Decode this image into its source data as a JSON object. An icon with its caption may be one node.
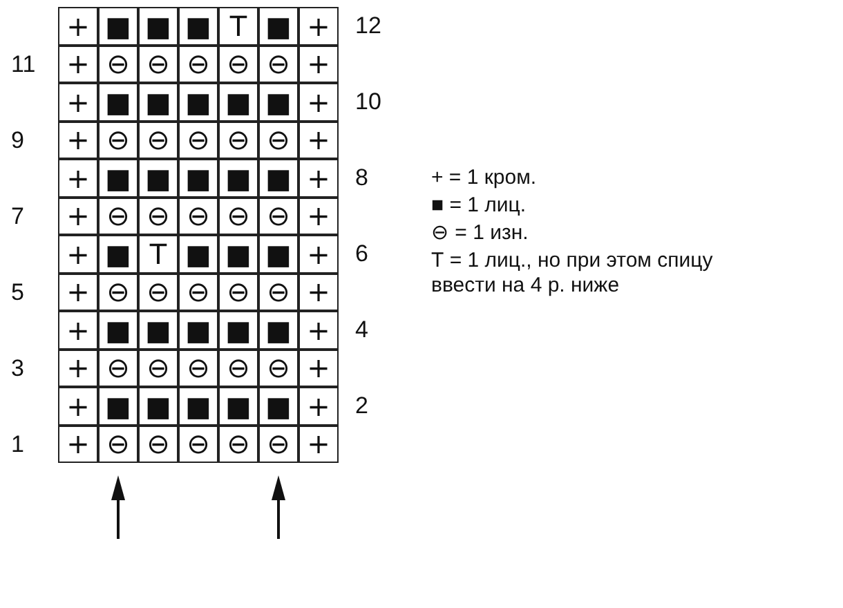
{
  "diagram": {
    "labels": [
      "+",
      "■",
      "■",
      "■",
      "T",
      "■",
      "+",
      "12",
      "11",
      "+",
      "⊖",
      "⊖",
      "⊖",
      "⊖",
      "⊖",
      "+",
      "+",
      "■",
      "■",
      "■",
      "■",
      "■",
      "+",
      "10",
      "9",
      "+",
      "⊖",
      "⊖",
      "⊖",
      "⊖",
      "⊖",
      "+",
      "+",
      "■",
      "■",
      "■",
      "■",
      "■",
      "+",
      "8",
      "7",
      "+",
      "⊖",
      "⊖",
      "⊖",
      "⊖",
      "⊖",
      "+",
      "+",
      "■",
      "T",
      "■",
      "■",
      "■",
      "+",
      "6",
      "5",
      "+",
      "⊖",
      "⊖",
      "⊖",
      "⊖",
      "⊖",
      "+",
      "+",
      "■",
      "■",
      "■",
      "■",
      "■",
      "+",
      "4",
      "3",
      "+",
      "⊖",
      "⊖",
      "⊖",
      "⊖",
      "⊖",
      "+",
      "+",
      "■",
      "■",
      "■",
      "■",
      "■",
      "+",
      "2",
      "1",
      "+",
      "⊖",
      "⊖",
      "⊖",
      "⊖",
      "⊖",
      "+"
    ],
    "legend": [
      {
        "text": "+ = 1 кром."
      },
      {
        "text": "■ = 1 лиц."
      },
      {
        "text": "⊖ = 1 изн."
      },
      {
        "text": "Т = 1 лиц., но при этом спицу ввести на 4 р. ниже"
      }
    ]
  }
}
